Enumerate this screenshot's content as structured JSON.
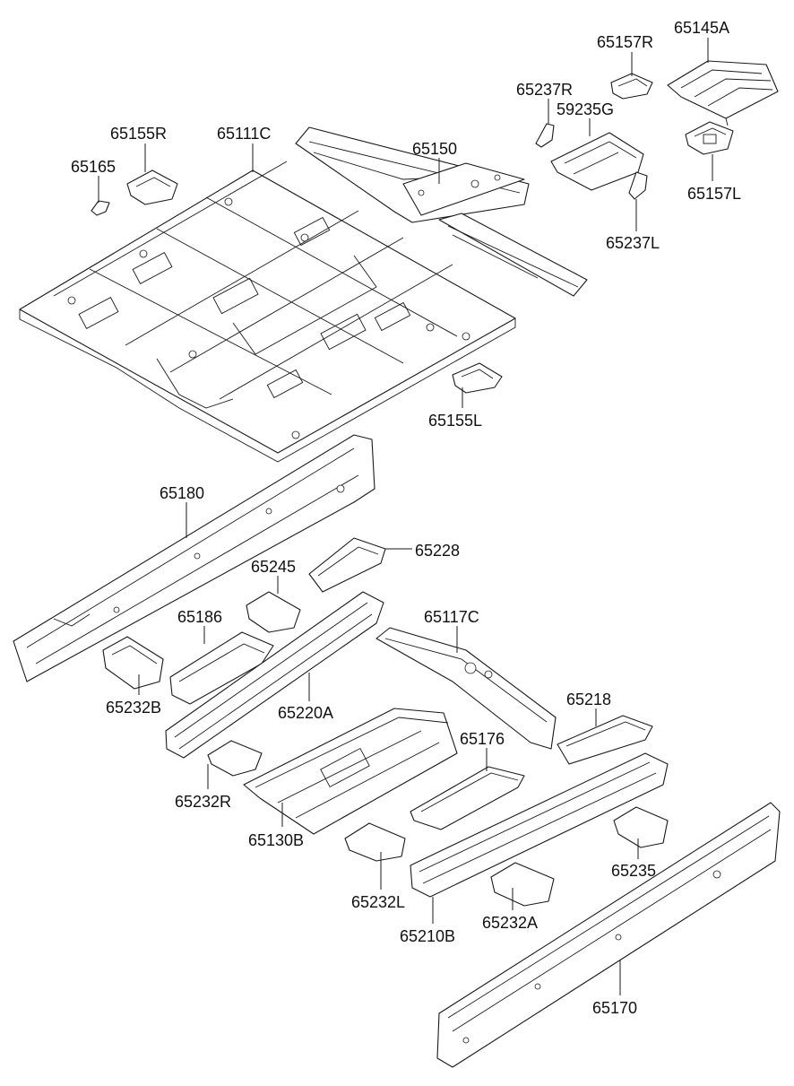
{
  "diagram": {
    "callouts": [
      {
        "id": "65145A",
        "label": "65145A"
      },
      {
        "id": "65157R",
        "label": "65157R"
      },
      {
        "id": "65237R",
        "label": "65237R"
      },
      {
        "id": "59235G",
        "label": "59235G"
      },
      {
        "id": "65155R",
        "label": "65155R"
      },
      {
        "id": "65111C",
        "label": "65111C"
      },
      {
        "id": "65165",
        "label": "65165"
      },
      {
        "id": "65150",
        "label": "65150"
      },
      {
        "id": "65157L",
        "label": "65157L"
      },
      {
        "id": "65237L",
        "label": "65237L"
      },
      {
        "id": "65155L",
        "label": "65155L"
      },
      {
        "id": "65180",
        "label": "65180"
      },
      {
        "id": "65228",
        "label": "65228"
      },
      {
        "id": "65245",
        "label": "65245"
      },
      {
        "id": "65186",
        "label": "65186"
      },
      {
        "id": "65117C",
        "label": "65117C"
      },
      {
        "id": "65232B",
        "label": "65232B"
      },
      {
        "id": "65220A",
        "label": "65220A"
      },
      {
        "id": "65218",
        "label": "65218"
      },
      {
        "id": "65176",
        "label": "65176"
      },
      {
        "id": "65232R",
        "label": "65232R"
      },
      {
        "id": "65130B",
        "label": "65130B"
      },
      {
        "id": "65235",
        "label": "65235"
      },
      {
        "id": "65232L",
        "label": "65232L"
      },
      {
        "id": "65232A",
        "label": "65232A"
      },
      {
        "id": "65210B",
        "label": "65210B"
      },
      {
        "id": "65170",
        "label": "65170"
      }
    ]
  }
}
